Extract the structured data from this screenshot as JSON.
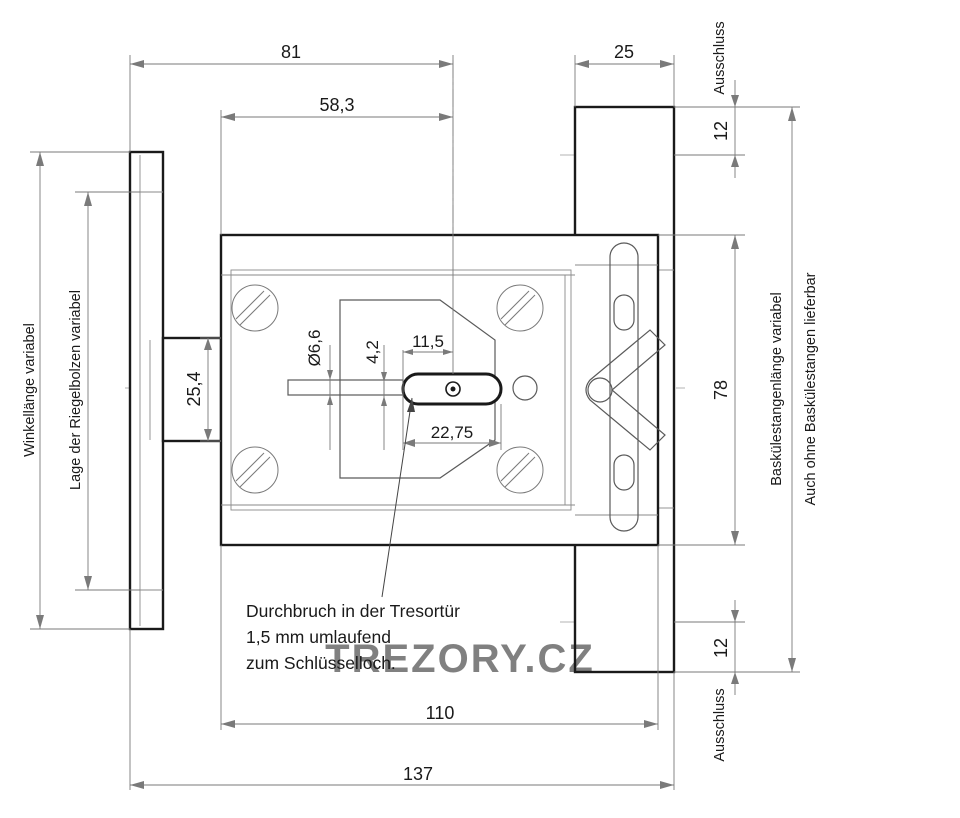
{
  "dimensions": {
    "total_width": "137",
    "body_width": "110",
    "handle_to_edge": "81",
    "handle_to_keyhole": "58,3",
    "rail_width": "25",
    "rail_top_extension": "12",
    "rail_bottom_extension": "12",
    "body_height": "78",
    "shaft_height": "25,4",
    "hole_diameter": "Ø6,6",
    "pin_offset": "4,2",
    "keyhole_offset": "11,5",
    "keyhole_length": "22,75"
  },
  "labels": {
    "ausschluss_top": "Ausschluss",
    "ausschluss_bottom": "Ausschluss",
    "winkellaenge": "Winkellänge variabel",
    "riegelbolzen": "Lage der Riegelbolzen variabel",
    "baskuelestange": "Baskülestangenlänge variabel",
    "auch_ohne": "Auch ohne Baskülestangen lieferbar"
  },
  "note": {
    "line1": "Durchbruch in der Tresortür",
    "line2": "1,5 mm umlaufend",
    "line3": "zum Schlüsselloch."
  },
  "watermark": "TREZORY.CZ"
}
